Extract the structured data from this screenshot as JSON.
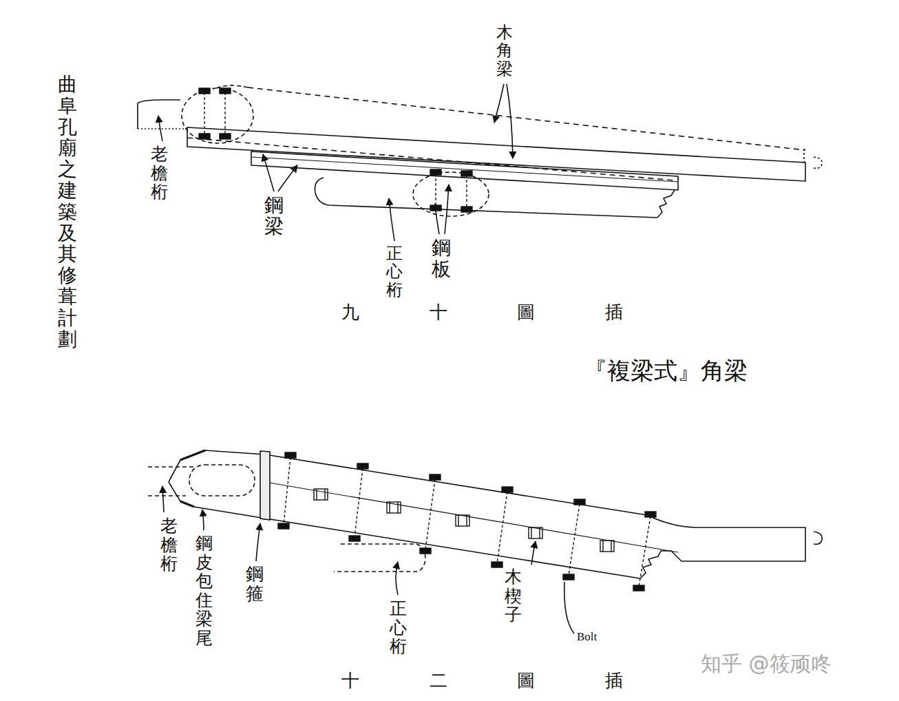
{
  "diagram": {
    "labels": [
      "曲阜孔廟之建築及其修葺計劃",
      "木角梁",
      "老檐桁",
      "鋼梁",
      "正心桁",
      "鋼板",
      "九 十 圖 插",
      "『複梁式』角梁",
      "老檐桁",
      "鋼皮包住梁尾",
      "鋼箍",
      "正心桁",
      "木楔子",
      "Bolt",
      "十 二 圖 插",
      "知乎 @筱顽咚"
    ]
  }
}
